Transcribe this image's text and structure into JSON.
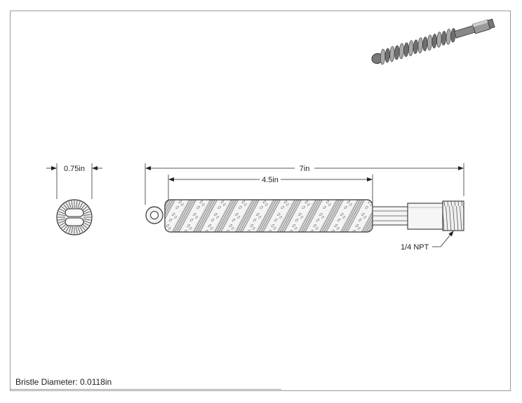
{
  "dimensions": {
    "diameter": "0.75in",
    "overall_length": "7in",
    "brush_length": "4.5in",
    "thread": "1/4 NPT"
  },
  "notes": {
    "bristle_diameter": "Bristle Diameter: 0.0118in"
  }
}
